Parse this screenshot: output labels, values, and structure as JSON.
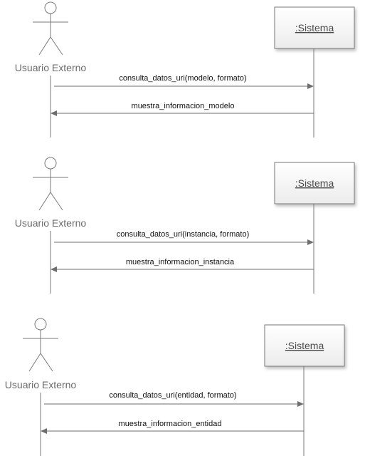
{
  "diagrams": [
    {
      "actor_label": "Usuario Externo",
      "system_label": ":Sistema",
      "request_label": "consulta_datos_uri(modelo, formato)",
      "response_label": "muestra_informacion_modelo"
    },
    {
      "actor_label": "Usuario Externo",
      "system_label": ":Sistema",
      "request_label": "consulta_datos_uri(instancia, formato)",
      "response_label": "muestra_informacion_instancia"
    },
    {
      "actor_label": "Usuario Externo",
      "system_label": ":Sistema",
      "request_label": "consulta_datos_uri(entidad, formato)",
      "response_label": "muestra_informacion_entidad"
    }
  ]
}
